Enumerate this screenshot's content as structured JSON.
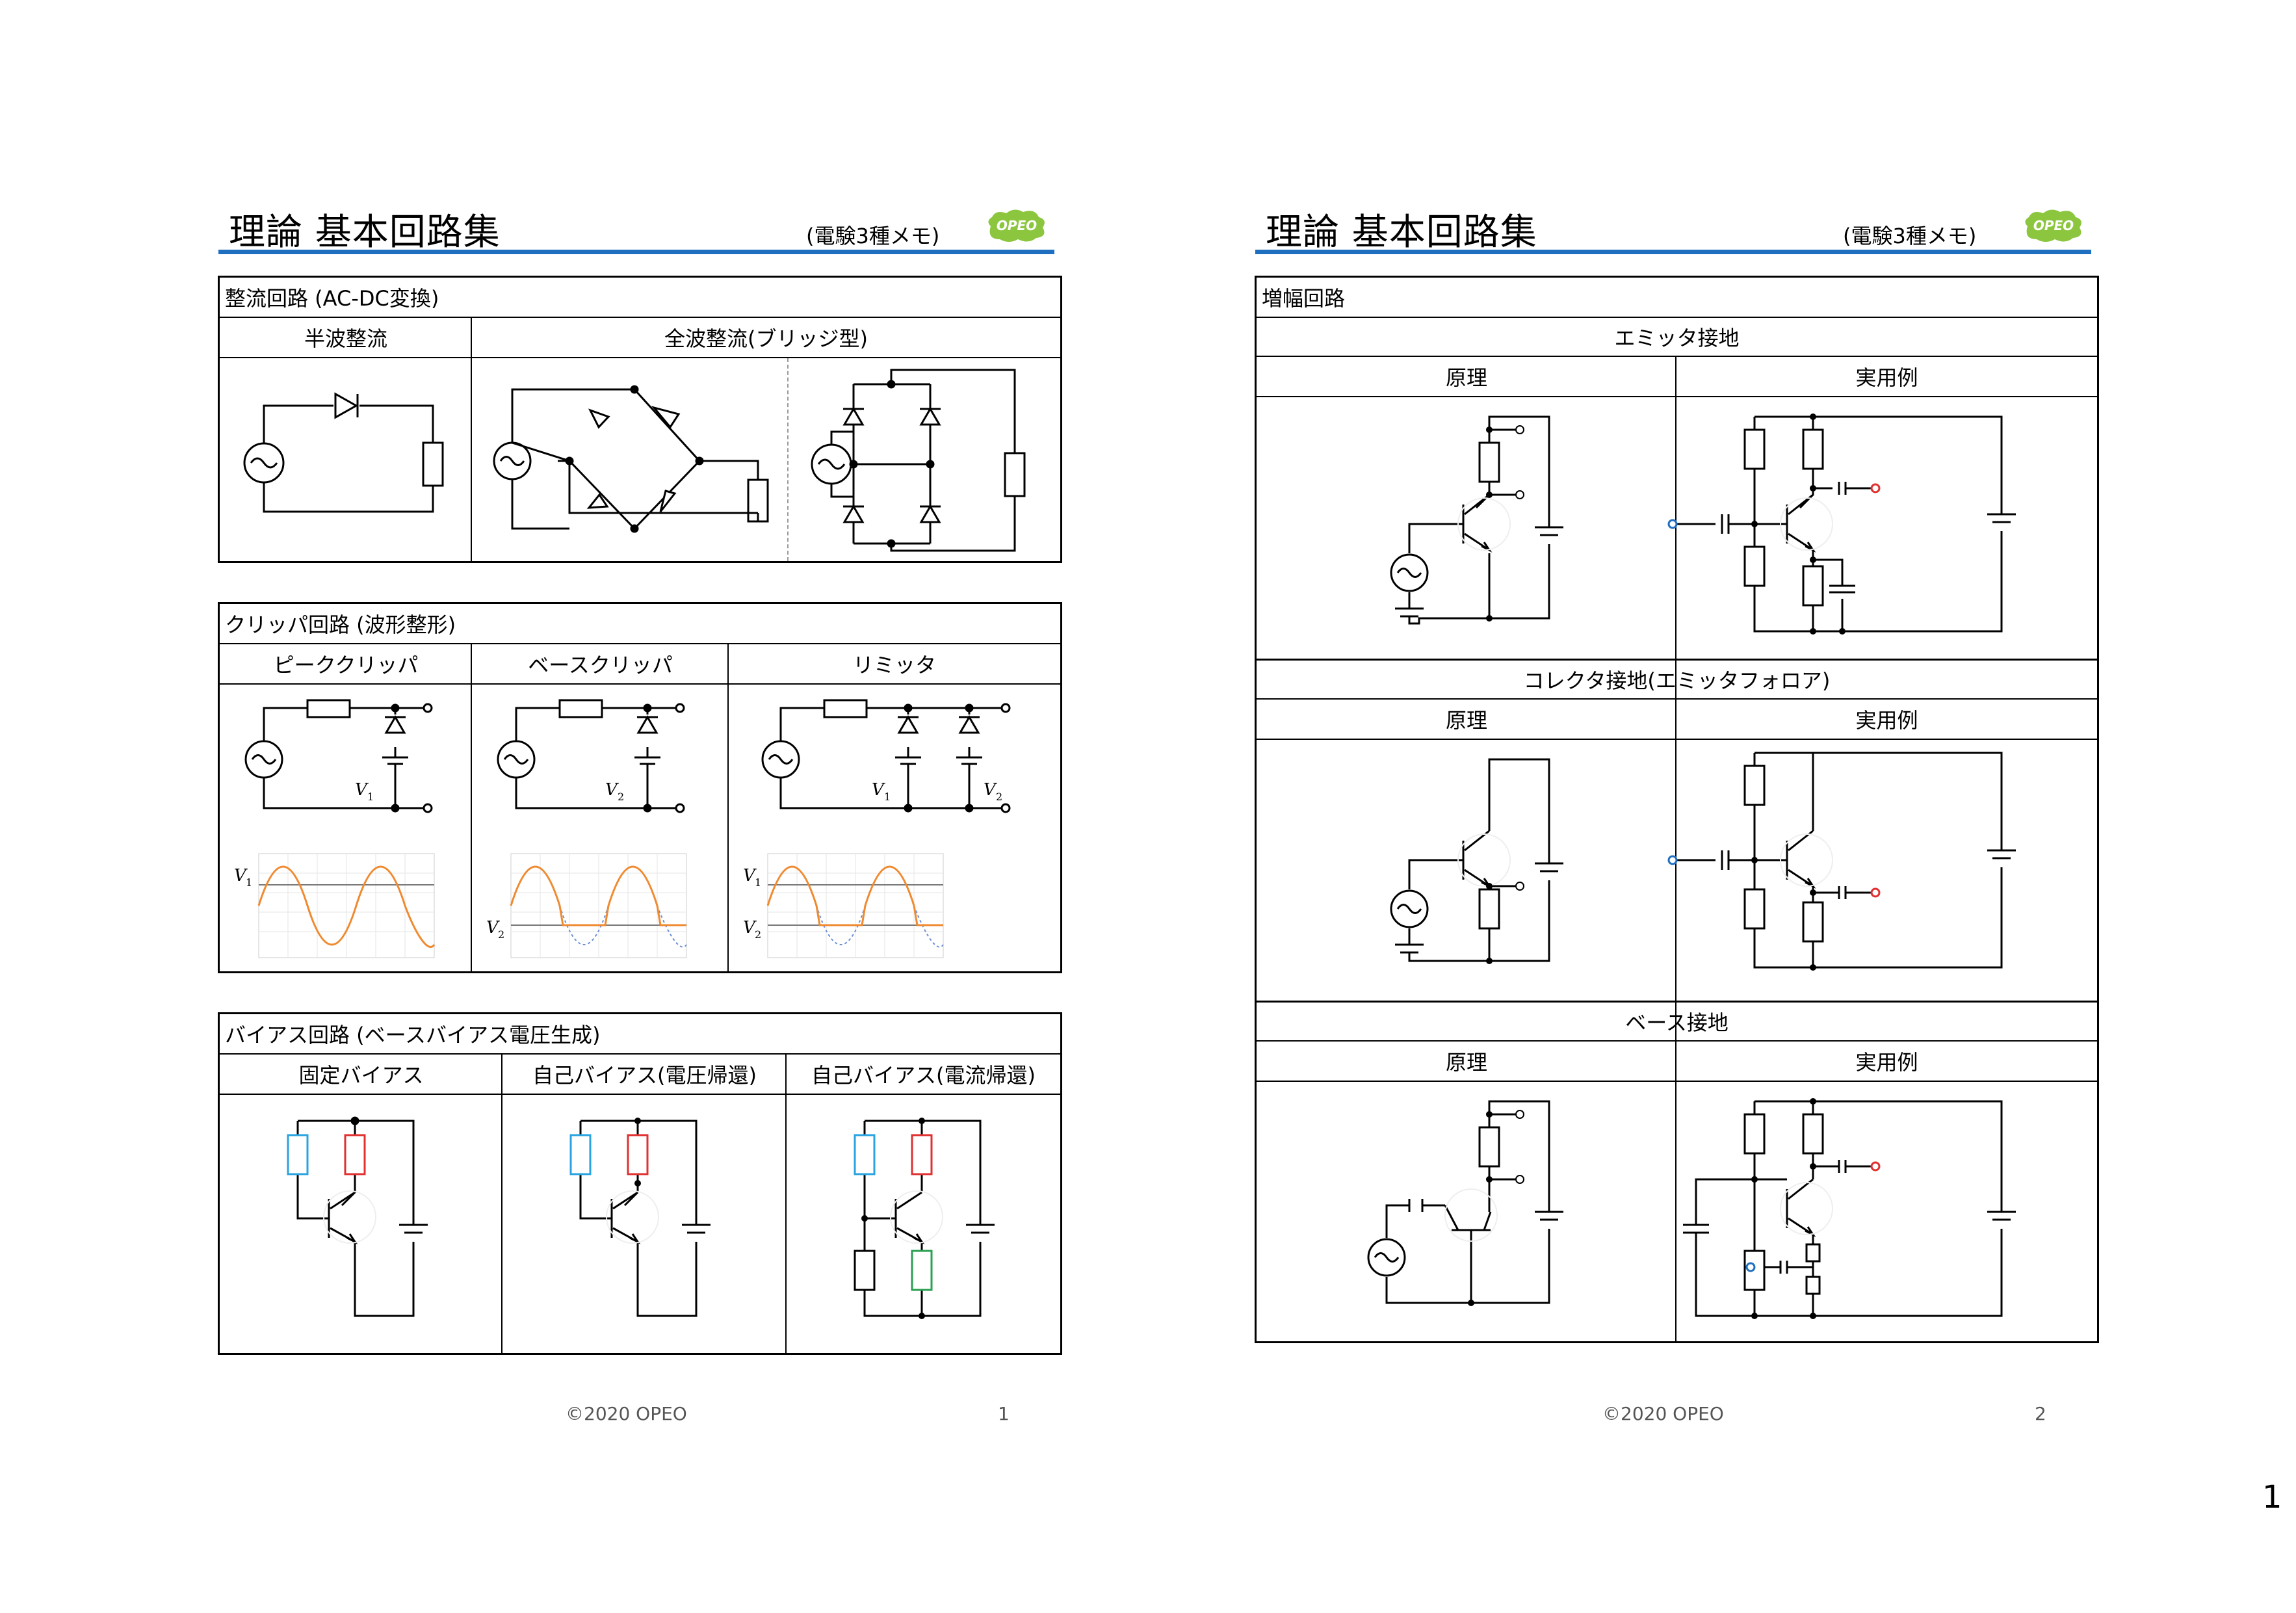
{
  "doc_title": "理論 基本回路集",
  "doc_subtitle": "(電験3種メモ)",
  "logo_text": "OPEO",
  "footer_text": "©2020 OPEO",
  "sheet_number": "1",
  "page1": {
    "page_number": "1",
    "rectifier": {
      "title": "整流回路 (AC-DC変換)",
      "half_wave": "半波整流",
      "full_wave": "全波整流(ブリッジ型)"
    },
    "clipper": {
      "title": "クリッパ回路 (波形整形)",
      "peak": "ピーククリッパ",
      "base": "ベースクリッパ",
      "limiter": "リミッタ",
      "v1": "V",
      "v1_sub": "1",
      "v2": "V",
      "v2_sub": "2"
    },
    "bias": {
      "title": "バイアス回路 (ベースバイアス電圧生成)",
      "fixed": "固定バイアス",
      "self_voltage": "自己バイアス(電圧帰還)",
      "self_current": "自己バイアス(電流帰還)"
    }
  },
  "page2": {
    "page_number": "2",
    "amp_title": "増幅回路",
    "emitter": "エミッタ接地",
    "collector": "コレクタ接地(エミッタフォロア)",
    "base": "ベース接地",
    "principle": "原理",
    "example": "実用例"
  },
  "colors": {
    "rule_blue": "#1f6fc0",
    "resistor_blue": "#2aa3e0",
    "resistor_red": "#e03030",
    "resistor_green": "#2aa050",
    "terminal_blue": "#1f6fc0",
    "terminal_red": "#e03030",
    "wave_orange": "#f08a30",
    "wave_dotted": "#6b8fd6",
    "logo_green": "#8cc63f"
  }
}
